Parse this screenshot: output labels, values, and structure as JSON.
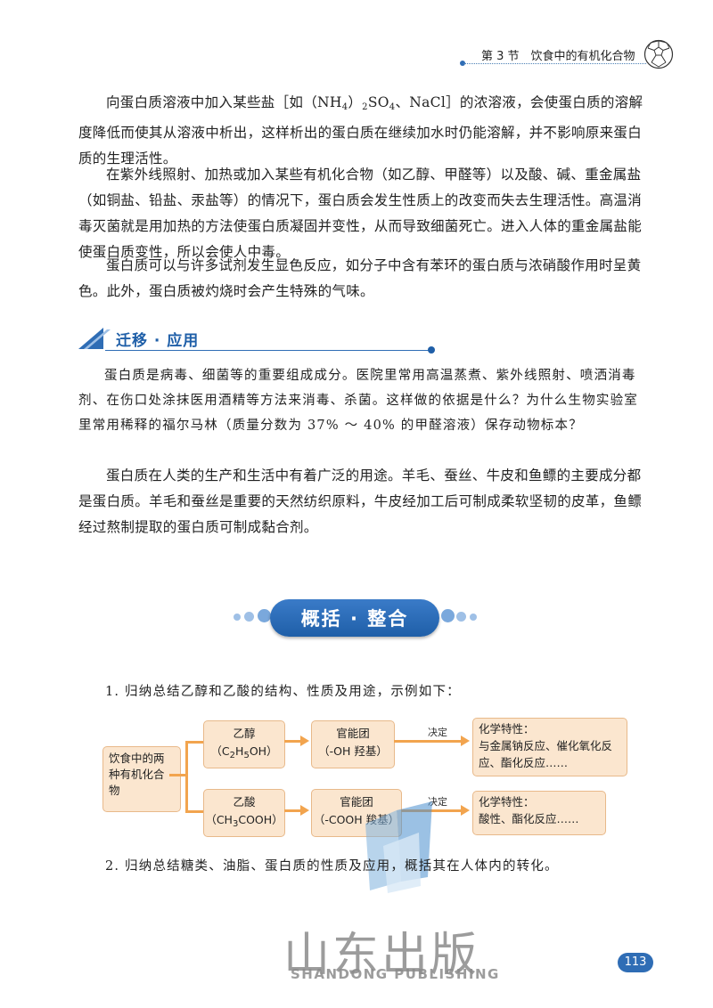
{
  "header": {
    "title": "第 3 节　饮食中的有机化合物"
  },
  "paragraphs": {
    "p1_pre": "向蛋白质溶液中加入某些盐［如（NH",
    "p1_sub4": "4",
    "p1_mid": "）",
    "p1_sub2": "2",
    "p1_so": "SO",
    "p1_sub4b": "4",
    "p1_post": "、NaCl］的浓溶液，会使蛋白质的溶解度降低而使其从溶液中析出，这样析出的蛋白质在继续加水时仍能溶解，并不影响原来蛋白质的生理活性。",
    "p2": "在紫外线照射、加热或加入某些有机化合物（如乙醇、甲醛等）以及酸、碱、重金属盐（如铜盐、铅盐、汞盐等）的情况下，蛋白质会发生性质上的改变而失去生理活性。高温消毒灭菌就是用加热的方法使蛋白质凝固并变性，从而导致细菌死亡。进入人体的重金属盐能使蛋白质变性，所以会使人中毒。",
    "p3": "蛋白质可以与许多试剂发生显色反应，如分子中含有苯环的蛋白质与浓硝酸作用时呈黄色。此外，蛋白质被灼烧时会产生特殊的气味。"
  },
  "section_application": {
    "title": "迁移 · 应用",
    "text": "蛋白质是病毒、细菌等的重要组成成分。医院里常用高温蒸煮、紫外线照射、喷洒消毒剂、在伤口处涂抹医用酒精等方法来消毒、杀菌。这样做的依据是什么？为什么生物实验室里常用稀释的福尔马林（质量分数为 37% ～ 40% 的甲醛溶液）保存动物标本？"
  },
  "paragraph_uses": "蛋白质在人类的生产和生活中有着广泛的用途。羊毛、蚕丝、牛皮和鱼鳔的主要成分都是蛋白质。羊毛和蚕丝是重要的天然纺织原料，牛皮经加工后可制成柔软坚韧的皮革，鱼鳔经过熬制提取的蛋白质可制成黏合剂。",
  "summary": {
    "title": "概括 · 整合",
    "q1": "1. 归纳总结乙醇和乙酸的结构、性质及用途，示例如下：",
    "q2": "2. 归纳总结糖类、油脂、蛋白质的性质及应用，概括其在人体内的转化。"
  },
  "diagram": {
    "root": "饮食中的两种有机化合物",
    "ethanol_name": "乙醇",
    "ethanol_formula_pre": "（C",
    "ethanol_formula_s1": "2",
    "ethanol_formula_h": "H",
    "ethanol_formula_s2": "5",
    "ethanol_formula_post": "OH）",
    "ethanol_group_label": "官能团",
    "ethanol_group": "（-OH 羟基）",
    "determines_1": "决定",
    "ethanol_props_title": "化学特性：",
    "ethanol_props": "与金属钠反应、催化氧化反应、酯化反应……",
    "acid_name": "乙酸",
    "acid_formula_pre": "（CH",
    "acid_formula_s1": "3",
    "acid_formula_post": "COOH）",
    "acid_group_label": "官能团",
    "acid_group": "（-COOH 羧基）",
    "determines_2": "决定",
    "acid_props_title": "化学特性：",
    "acid_props": "酸性、酯化反应……"
  },
  "watermark": {
    "cn": "山东出版",
    "en": "SHANDONG PUBLISHING"
  },
  "page_number": "113",
  "colors": {
    "accent": "#1f5fa8",
    "box_fill": "#fbe6cf",
    "connector": "#f2a44e"
  }
}
